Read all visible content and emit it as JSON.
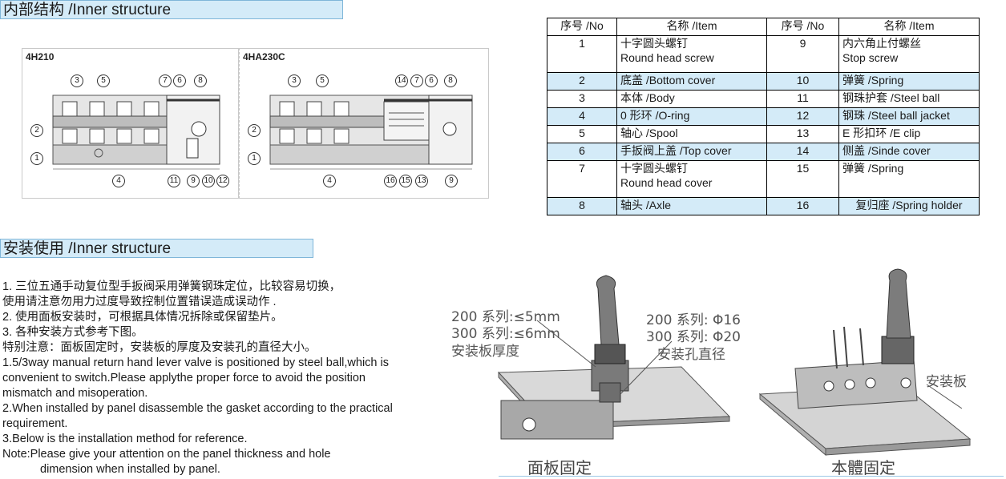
{
  "headers": {
    "inner_structure": "内部结构 /Inner structure",
    "installation": "安装使用 /Inner structure"
  },
  "diagrams": {
    "left_model": "4H210",
    "right_model": "4HA230C",
    "left_callouts": [
      "1",
      "2",
      "3",
      "5",
      "7",
      "6",
      "8",
      "4",
      "11",
      "9",
      "10",
      "12"
    ],
    "right_callouts": [
      "1",
      "2",
      "3",
      "5",
      "14",
      "7",
      "6",
      "8",
      "4",
      "16",
      "15",
      "13",
      "9"
    ]
  },
  "table": {
    "headers": [
      "序号 /No",
      "名称 /Item",
      "序号 /No",
      "名称 /Item"
    ],
    "rows": [
      {
        "no1": "1",
        "item1": [
          "十字圆头螺钉",
          "Round head screw"
        ],
        "no2": "9",
        "item2": [
          "内六角止付螺丝",
          "Stop screw"
        ]
      },
      {
        "no1": "2",
        "item1": [
          "底盖 /Bottom cover"
        ],
        "no2": "10",
        "item2": [
          "弹簧 /Spring"
        ]
      },
      {
        "no1": "3",
        "item1": [
          "本体 /Body"
        ],
        "no2": "11",
        "item2": [
          "钢珠护套 /Steel ball"
        ]
      },
      {
        "no1": "4",
        "item1": [
          "0 形环 /O-ring"
        ],
        "no2": "12",
        "item2": [
          "钢珠 /Steel ball jacket"
        ]
      },
      {
        "no1": "5",
        "item1": [
          "轴心 /Spool"
        ],
        "no2": "13",
        "item2": [
          "E 形扣环 /E clip"
        ]
      },
      {
        "no1": "6",
        "item1": [
          "手扳阀上盖 /Top cover"
        ],
        "no2": "14",
        "item2": [
          "侧盖 /Sinde cover"
        ]
      },
      {
        "no1": "7",
        "item1": [
          "十字圆头螺钉",
          "Round head cover"
        ],
        "no2": "15",
        "item2": [
          "弹簧 /Spring"
        ]
      },
      {
        "no1": "8",
        "item1": [
          "轴头 /Axle"
        ],
        "no2": "16",
        "item2": [
          "复归座 /Spring holder"
        ]
      }
    ]
  },
  "notes": {
    "cn1": "1. 三位五通手动复位型手扳阀采用弹簧钢珠定位，比较容易切换，",
    "cn1b": "使用请注意勿用力过度导致控制位置错误造成误动作 .",
    "cn2": "2. 使用面板安装时，可根据具体情况拆除或保留垫片。",
    "cn3": "3. 各种安装方式参考下图。",
    "cn4": "特别注意：面板固定时，安装板的厚度及安装孔的直径大小。",
    "en1": "1.5/3way manual return hand lever valve is positioned by steel ball,which is",
    "en1b": "convenient to switch.Please applythe proper force to avoid the position",
    "en1c": "mismatch and misoperation.",
    "en2": "2.When installed by panel disassemble the gasket according to the practical",
    "en2b": "requirement.",
    "en3": "3.Below is the installation method for reference.",
    "en4": "Note:Please give your attention on the panel thickness and hole",
    "en4b": "dimension when installed by panel."
  },
  "installation": {
    "thickness_200": "200 系列:≤5mm",
    "thickness_300": "300 系列:≤6mm",
    "thickness_label": "安装板厚度",
    "hole_200": "200 系列: Φ16",
    "hole_300": "300 系列: Φ20",
    "hole_label": "安装孔直径",
    "plate_label": "安装板",
    "caption_panel": "面板固定",
    "caption_body": "本體固定"
  }
}
